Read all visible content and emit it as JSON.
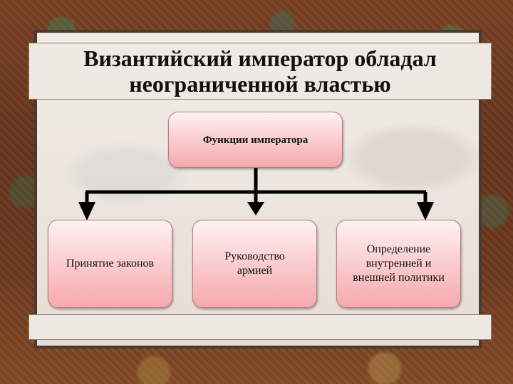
{
  "title": "Византийский император обладал\nнеограниченной властью",
  "root": {
    "label": "Функции императора"
  },
  "children": [
    {
      "label": "Принятие законов"
    },
    {
      "label": "Руководство\nармией"
    },
    {
      "label": "Определение\nвнутренней  и\nвнешней политики"
    }
  ],
  "colors": {
    "node_fill_top": "#fff2f2",
    "node_fill_bottom": "#f5a9ad",
    "connector": "#000000"
  }
}
